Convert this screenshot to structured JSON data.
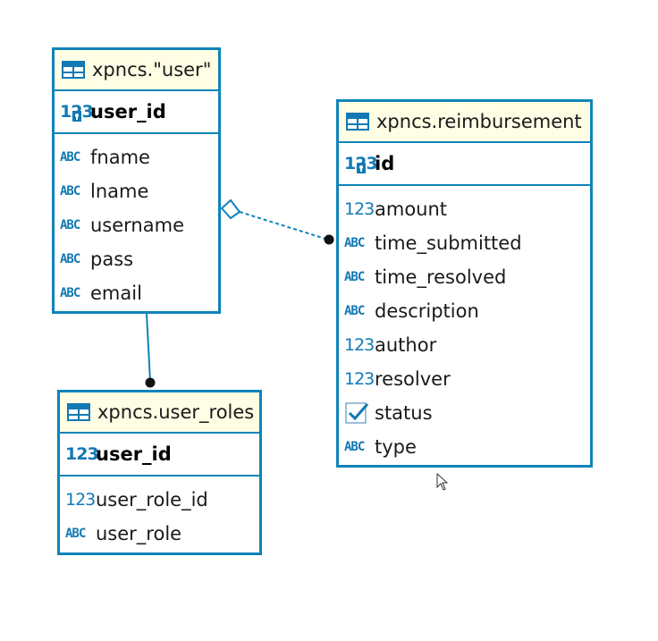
{
  "entities": {
    "user": {
      "title": "xpncs.\"user\"",
      "pk": "user_id",
      "columns": [
        {
          "type_icon": "abc-icon",
          "type_text": "ABC",
          "name": "fname"
        },
        {
          "type_icon": "abc-icon",
          "type_text": "ABC",
          "name": "lname"
        },
        {
          "type_icon": "abc-icon",
          "type_text": "ABC",
          "name": "username"
        },
        {
          "type_icon": "abc-icon",
          "type_text": "ABC",
          "name": "pass"
        },
        {
          "type_icon": "abc-icon",
          "type_text": "ABC",
          "name": "email"
        }
      ]
    },
    "reimbursement": {
      "title": "xpncs.reimbursement",
      "pk": "id",
      "columns": [
        {
          "type_icon": "number-icon",
          "type_text": "123",
          "name": "amount"
        },
        {
          "type_icon": "abc-icon",
          "type_text": "ABC",
          "name": "time_submitted"
        },
        {
          "type_icon": "abc-icon",
          "type_text": "ABC",
          "name": "time_resolved"
        },
        {
          "type_icon": "abc-icon",
          "type_text": "ABC",
          "name": "description"
        },
        {
          "type_icon": "number-icon",
          "type_text": "123",
          "name": "author"
        },
        {
          "type_icon": "number-icon",
          "type_text": "123",
          "name": "resolver"
        },
        {
          "type_icon": "boolean-checkbox-icon",
          "type_text": "",
          "name": "status"
        },
        {
          "type_icon": "abc-icon",
          "type_text": "ABC",
          "name": "type"
        }
      ]
    },
    "user_roles": {
      "title": "xpncs.user_roles",
      "pk": "user_id",
      "pk_type_text": "123",
      "columns": [
        {
          "type_icon": "number-icon",
          "type_text": "123",
          "name": "user_role_id"
        },
        {
          "type_icon": "abc-icon",
          "type_text": "ABC",
          "name": "user_role"
        }
      ]
    }
  },
  "pk_type_text": "123",
  "colors": {
    "border": "#0e84b8",
    "header_bg": "#fffde4",
    "icon": "#1279b4"
  }
}
